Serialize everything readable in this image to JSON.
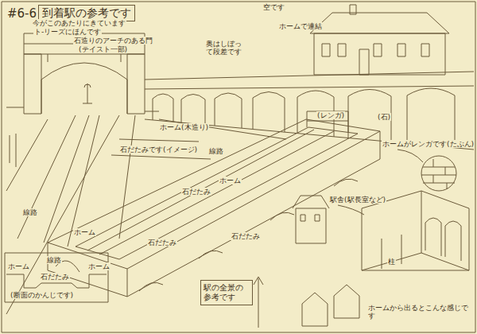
{
  "diagram": {
    "title": "到着駅の参考です",
    "nodes": [
      {
        "text": [
          "駅の全景の参考です"
        ]
      }
    ],
    "labels": [
      "#6-6",
      "今がこのあたりにきています",
      "ト-リーズにほんです",
      "石造りのアーチのある門",
      "(テイスト一部)",
      "空です",
      "奥はしぼって段差です",
      "ホームで連結",
      "ホーム(木造り)",
      "石だたみです(イメージ)",
      "線路",
      "線路",
      "(レンガ)",
      "(石)",
      "ホームがレンガです(たぶん)",
      "駅舎(駅長室など)",
      "(断面のかんじです)",
      "ホーム",
      "線路",
      "石だたみ",
      "ホーム",
      "ホーム",
      "石だたみ",
      "石だたみ",
      "ホーム",
      "柱",
      "ホームから出るとこんな感じです",
      "石だたみ"
    ]
  }
}
